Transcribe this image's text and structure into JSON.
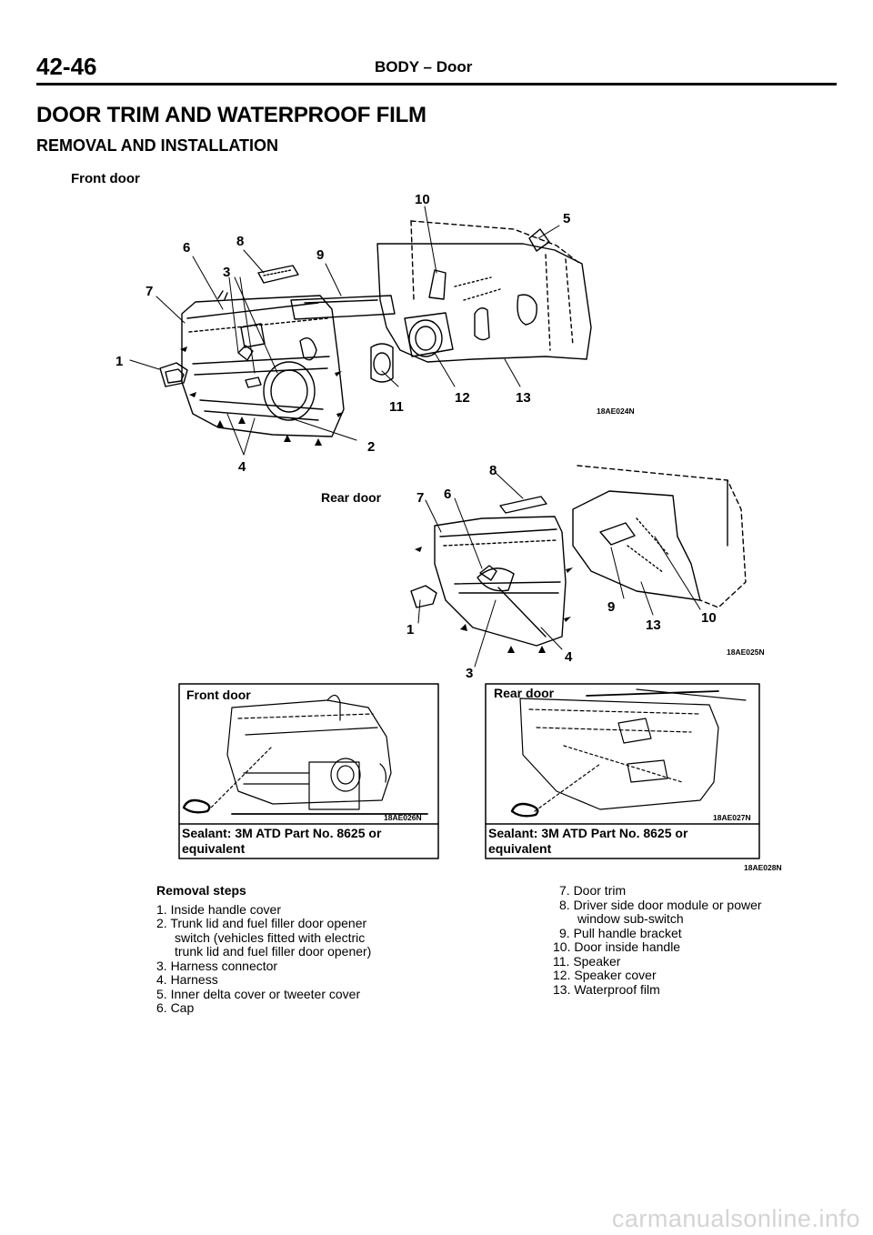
{
  "header": {
    "page_number": "42-46",
    "section": "BODY – Door"
  },
  "title": "DOOR TRIM AND WATERPROOF FILM",
  "subtitle": "REMOVAL AND INSTALLATION",
  "front_diagram": {
    "label": "Front door",
    "code": "18AE024N",
    "callouts": [
      "1",
      "2",
      "3",
      "4",
      "5",
      "6",
      "7",
      "8",
      "9",
      "10",
      "11",
      "12",
      "13"
    ]
  },
  "rear_diagram": {
    "label": "Rear door",
    "code": "18AE025N",
    "callouts": [
      "1",
      "3",
      "4",
      "6",
      "7",
      "8",
      "9",
      "10",
      "13"
    ]
  },
  "insets": [
    {
      "label": "Front door",
      "code": "18AE026N",
      "caption_line1": "Sealant: 3M ATD Part No. 8625 or",
      "caption_line2": "equivalent"
    },
    {
      "label": "Rear door",
      "code": "18AE027N",
      "caption_line1": "Sealant: 3M ATD Part No. 8625 or",
      "caption_line2": "equivalent"
    }
  ],
  "insets_code": "18AE028N",
  "removal_steps": {
    "heading": "Removal steps",
    "left": [
      "1. Inside handle cover",
      "2. Trunk lid and fuel filler door opener",
      "switch (vehicles fitted with electric",
      "trunk lid and fuel filler door opener)",
      "3. Harness connector",
      "4. Harness",
      "5. Inner delta cover or tweeter cover",
      "6. Cap"
    ],
    "right": [
      "7. Door trim",
      "8. Driver side door module or power",
      "window sub-switch",
      "9. Pull handle bracket",
      "10. Door inside handle",
      "11. Speaker",
      "12. Speaker cover",
      "13. Waterproof film"
    ]
  },
  "watermark": "carmanualsonline.info"
}
